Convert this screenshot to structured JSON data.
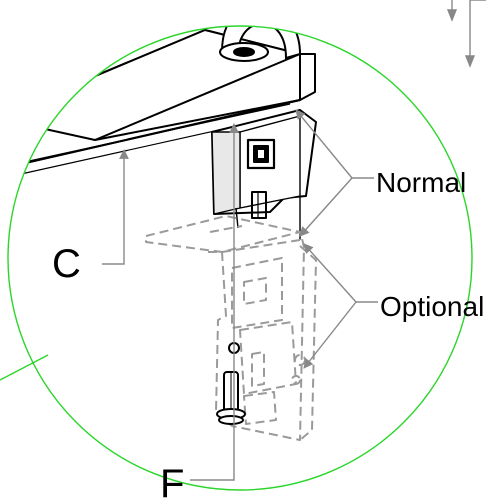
{
  "labels": {
    "c": "C",
    "f": "F",
    "normal": "Normal",
    "optional": "Optional"
  },
  "colors": {
    "detail_circle": "#2bd62b",
    "line": "#000000",
    "callout_arrow": "#888888",
    "dashed_part": "#9a9a9a"
  }
}
